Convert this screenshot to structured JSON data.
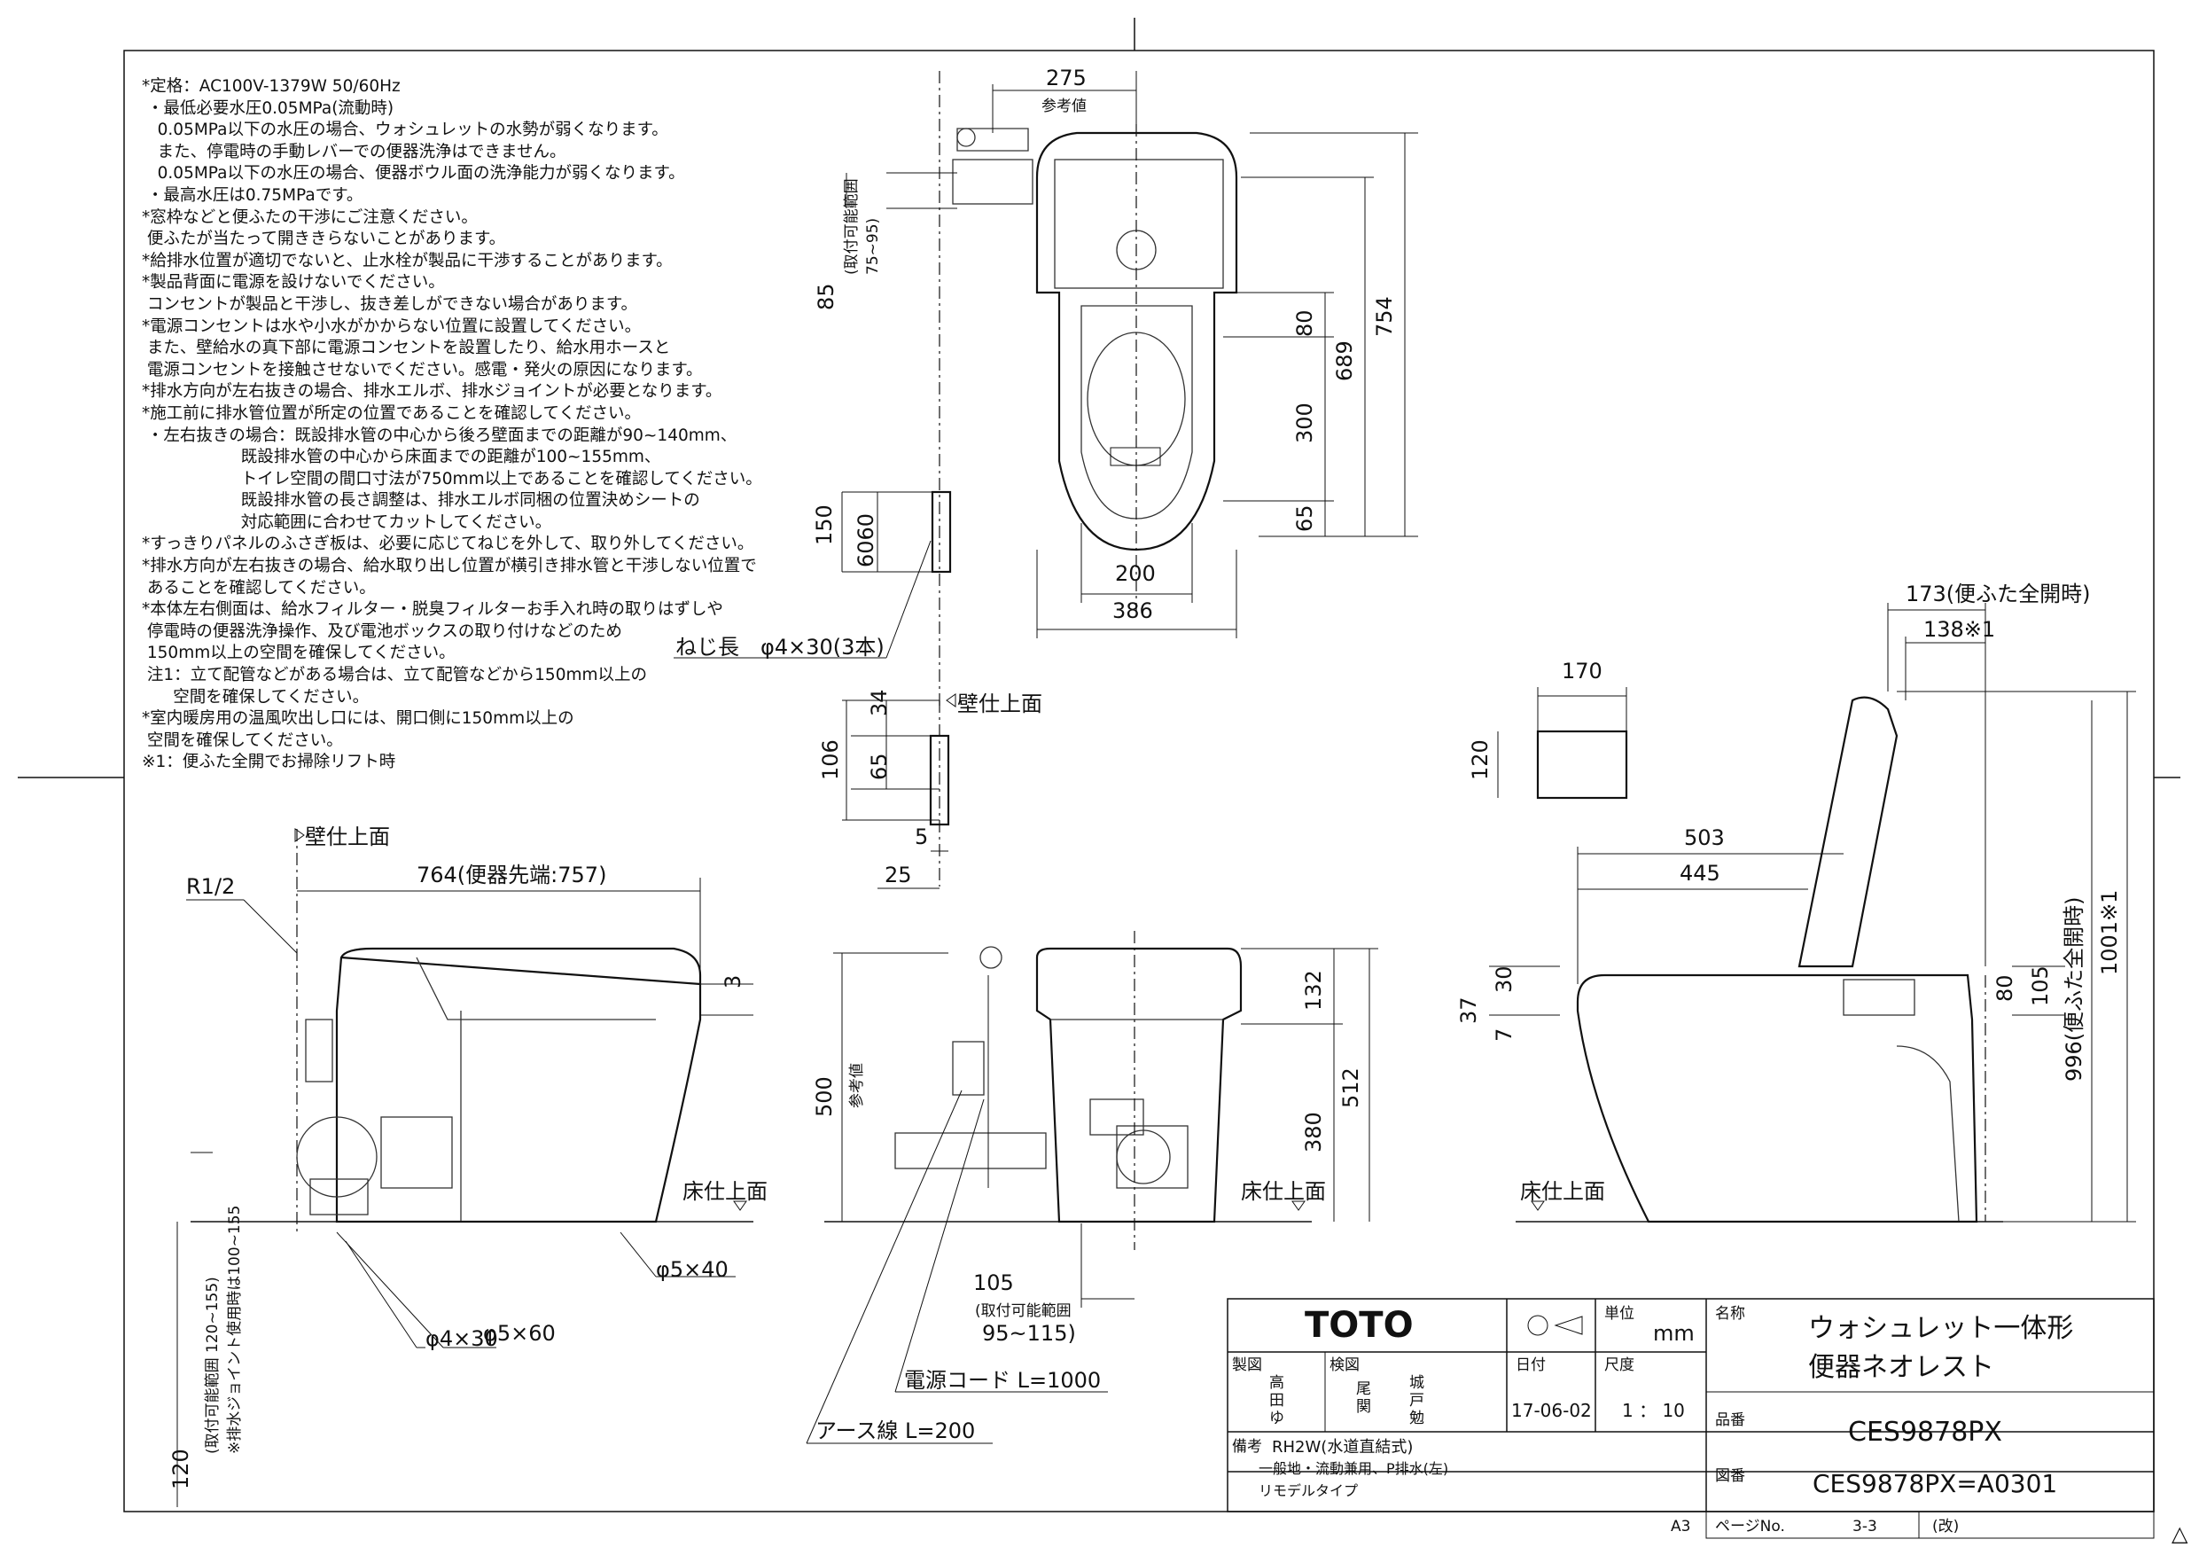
{
  "notes": [
    "*定格：AC100V-1379W 50/60Hz",
    " ・最低必要水圧0.05MPa(流動時)",
    "   0.05MPa以下の水圧の場合、ウォシュレットの水勢が弱くなります。",
    "   また、停電時の手動レバーでの便器洗浄はできません。",
    "   0.05MPa以下の水圧の場合、便器ボウル面の洗浄能力が弱くなります。",
    " ・最高水圧は0.75MPaです。",
    "*窓枠などと便ふたの干渉にご注意ください。",
    " 便ふたが当たって開ききらないことがあります。",
    "*給排水位置が適切でないと、止水栓が製品に干渉することがあります。",
    "*製品背面に電源を設けないでください。",
    " コンセントが製品と干渉し、抜き差しができない場合があります。",
    "*電源コンセントは水や小水がかからない位置に設置してください。",
    " また、壁給水の真下部に電源コンセントを設置したり、給水用ホースと",
    " 電源コンセントを接触させないでください。感電・発火の原因になります。",
    "*排水方向が左右抜きの場合、排水エルボ、排水ジョイントが必要となります。",
    "*施工前に排水管位置が所定の位置であることを確認してください。",
    " ・左右抜きの場合：既設排水管の中心から後ろ壁面までの距離が90~140mm、",
    "                   既設排水管の中心から床面までの距離が100~155mm、",
    "                   トイレ空間の間口寸法が750mm以上であることを確認してください。",
    "                   既設排水管の長さ調整は、排水エルボ同梱の位置決めシートの",
    "                   対応範囲に合わせてカットしてください。",
    "*すっきりパネルのふさぎ板は、必要に応じてねじを外して、取り外してください。",
    "*排水方向が左右抜きの場合、給水取り出し位置が横引き排水管と干渉しない位置で",
    " あることを確認してください。",
    "*本体左右側面は、給水フィルター・脱臭フィルターお手入れ時の取りはずしや",
    " 停電時の便器洗浄操作、及び電池ボックスの取り付けなどのため",
    " 150mm以上の空間を確保してください。",
    " 注1：立て配管などがある場合は、立て配管などから150mm以上の",
    "      空間を確保してください。",
    "*室内暖房用の温風吹出し口には、開口側に150mm以上の",
    " 空間を確保してください。",
    "※1：便ふた全開でお掃除リフト時"
  ],
  "dimensions": {
    "top_275": "275",
    "top_ref": "参考値",
    "d85": "85",
    "range_75_95": "(取付可能範囲\n75~95)",
    "d754": "754",
    "d689": "689",
    "d80": "80",
    "d300": "300",
    "d65": "65",
    "d200": "200",
    "d386": "386",
    "d150": "150",
    "d6060": "6060",
    "screw": "ねじ長　φ4×30(3本)",
    "d34": "34",
    "d106": "106",
    "d65b": "65",
    "d5": "5",
    "d25": "25",
    "wall_top": "壁仕上面",
    "r12": "R1/2",
    "wall_top2": "壁仕上面",
    "d764": "764(便器先端:757)",
    "d3": "3",
    "floor1": "床仕上面",
    "d5x60": "φ5×60",
    "d5x40": "φ5×40",
    "d4x30": "φ4×30",
    "d120": "120",
    "range_120": "(取付可能範囲 120~155)",
    "joint_note": "※排水ジョイント使用時は100~155",
    "d500": "500",
    "ref_v": "参考値",
    "d132": "132",
    "d512": "512",
    "d380": "380",
    "floor2": "床仕上面",
    "d105": "105",
    "range_105": "(取付可能範囲\n95~115)",
    "cord": "電源コード L=1000",
    "earth": "アース線 L=200",
    "d173": "173(便ふた全開時)",
    "d138": "138※1",
    "d170": "170",
    "d120b": "120",
    "d503": "503",
    "d445": "445",
    "d30": "30",
    "d37": "37",
    "d7": "7",
    "d80b": "80",
    "d105b": "105",
    "d996": "996(便ふた全開時)",
    "d1001": "1001※1",
    "floor3": "床仕上面"
  },
  "title_block": {
    "brand": "TOTO",
    "unit_label": "単位",
    "unit": "mm",
    "name_label": "名称",
    "name_line1": "ウォシュレット一体形",
    "name_line2": "便器ネオレスト",
    "drawn_label": "製図",
    "drawn_names": [
      "高",
      "田",
      "ゆ"
    ],
    "checked_label": "検図",
    "checked_names": [
      "尾",
      "関",
      "城",
      "戸",
      "勉"
    ],
    "date_label": "日付",
    "date": "17-06-02",
    "scale_label": "尺度",
    "scale": "1 ： 10",
    "part_label": "品番",
    "part": "CES9878PX",
    "remarks_label": "備考",
    "remark1": "RH2W(水道直結式)",
    "remark2": "一般地・流動兼用、P排水(左)",
    "remark3": "リモデルタイプ",
    "drawing_label": "図番",
    "drawing": "CES9878PX=A0301",
    "sheet_size": "A3",
    "page_label": "ページNo.",
    "page": "3-3",
    "rev_label": "(改)"
  }
}
